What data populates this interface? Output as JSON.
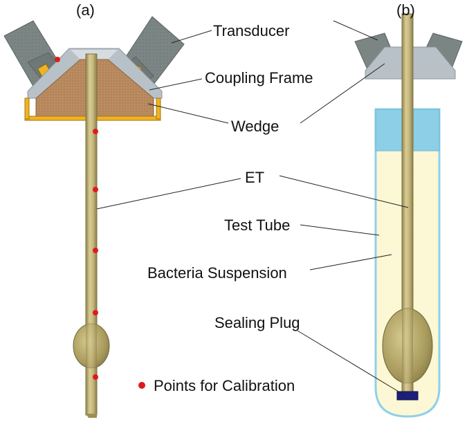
{
  "panels": {
    "a": {
      "label": "(a)"
    },
    "b": {
      "label": "(b)"
    }
  },
  "labels": {
    "transducer": "Transducer",
    "coupling_frame": "Coupling Frame",
    "wedge": "Wedge",
    "et": "ET",
    "test_tube": "Test Tube",
    "bacteria_suspension": "Bacteria Suspension",
    "sealing_plug": "Sealing Plug"
  },
  "legend": {
    "calibration_points": "Points for Calibration"
  },
  "colors": {
    "transducer": "#7b8584",
    "coupling_frame": "#b9c1c8",
    "wedge": "#b8895e",
    "tube_rod": "#c4b57e",
    "bracket": "#f0b323",
    "calibration_point": "#dd1c1c",
    "suspension": "#fcf7d4",
    "tube_cap": "#8ccfe6",
    "tube_outline": "#8fd0ea",
    "sealing_plug": "#1d1f7a"
  }
}
